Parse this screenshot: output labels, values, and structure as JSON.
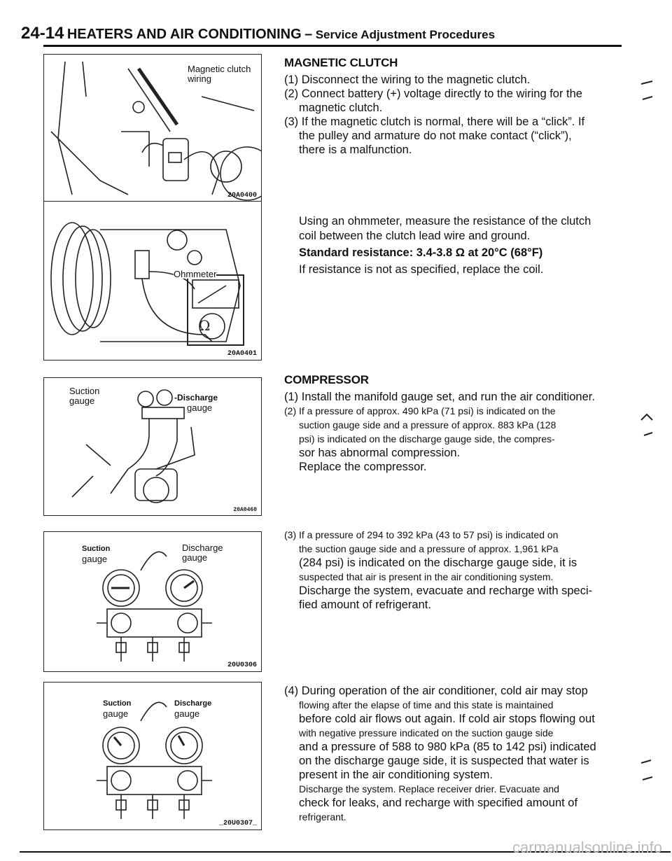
{
  "header": {
    "page_number": "24-14",
    "section": "HEATERS AND AIR CONDITIONING",
    "separator": "–",
    "subsection": "Service Adjustment Procedures"
  },
  "figures": [
    {
      "id": "20A0400",
      "labels": [
        "Magnetic clutch",
        "wiring"
      ]
    },
    {
      "id": "20A0401",
      "labels": [
        "Ohmmeter"
      ]
    },
    {
      "id": "20A0460",
      "labels": [
        "Suction",
        "gauge",
        "-Discharge",
        "gauge"
      ]
    },
    {
      "id": "20U0306",
      "labels": [
        "Suction",
        "gauge",
        "Discharge",
        "gauge"
      ]
    },
    {
      "id": "_20U0307_",
      "labels": [
        "Suction",
        "gauge",
        "Discharge",
        "gauge"
      ]
    }
  ],
  "magnetic_clutch": {
    "heading": "MAGNETIC CLUTCH",
    "steps": [
      "(1) Disconnect the wiring to the magnetic clutch.",
      "(2) Connect battery (+) voltage directly to the wiring for the",
      "magnetic clutch.",
      "(3) If the magnetic clutch is normal, there will be a “click”. If",
      "the pulley and armature do not make contact (“click”),",
      "there is a malfunction."
    ],
    "resistance_text": [
      "Using an ohmmeter, measure the resistance of the clutch",
      "coil between the clutch lead wire and ground."
    ],
    "standard_label": "Standard resistance: 3.4-3.8 Ω at 20°C (68°F)",
    "resistance_action": "If resistance is not as specified, replace the coil."
  },
  "compressor": {
    "heading": "COMPRESSOR",
    "step1": "(1) Install the manifold gauge set, and run the air conditioner.",
    "step2": [
      "(2) If a pressure of approx. 490 kPa (71 psi) is indicated on the",
      "suction gauge side and a pressure of approx. 883 kPa (128",
      "psi) is indicated on the discharge gauge side, the compres-",
      "sor has abnormal compression.",
      "Replace the compressor."
    ],
    "step3": [
      "(3) If a pressure of 294 to 392 kPa (43 to 57 psi) is indicated on",
      "the suction gauge side and a pressure of approx. 1,961 kPa",
      "(284 psi) is indicated on the discharge gauge side, it is",
      "suspected that air is present in the air conditioning system.",
      "Discharge the system, evacuate and recharge with speci-",
      "fied amount of refrigerant."
    ],
    "step4": [
      "(4) During operation of the air conditioner, cold air may stop",
      "flowing after the elapse of time and this state is maintained",
      "before cold air flows out again. If cold air stops flowing out",
      "with negative pressure indicated on the suction gauge side",
      "and a pressure of 588 to 980 kPa (85 to 142 psi) indicated",
      "on the discharge gauge side, it is suspected that water is",
      "present in the air conditioning system.",
      "Discharge the system. Replace receiver drier. Evacuate and",
      "check for leaks, and recharge with specified amount of",
      "refrigerant."
    ]
  },
  "footer": {
    "watermark": "carmanualsonline.info"
  }
}
